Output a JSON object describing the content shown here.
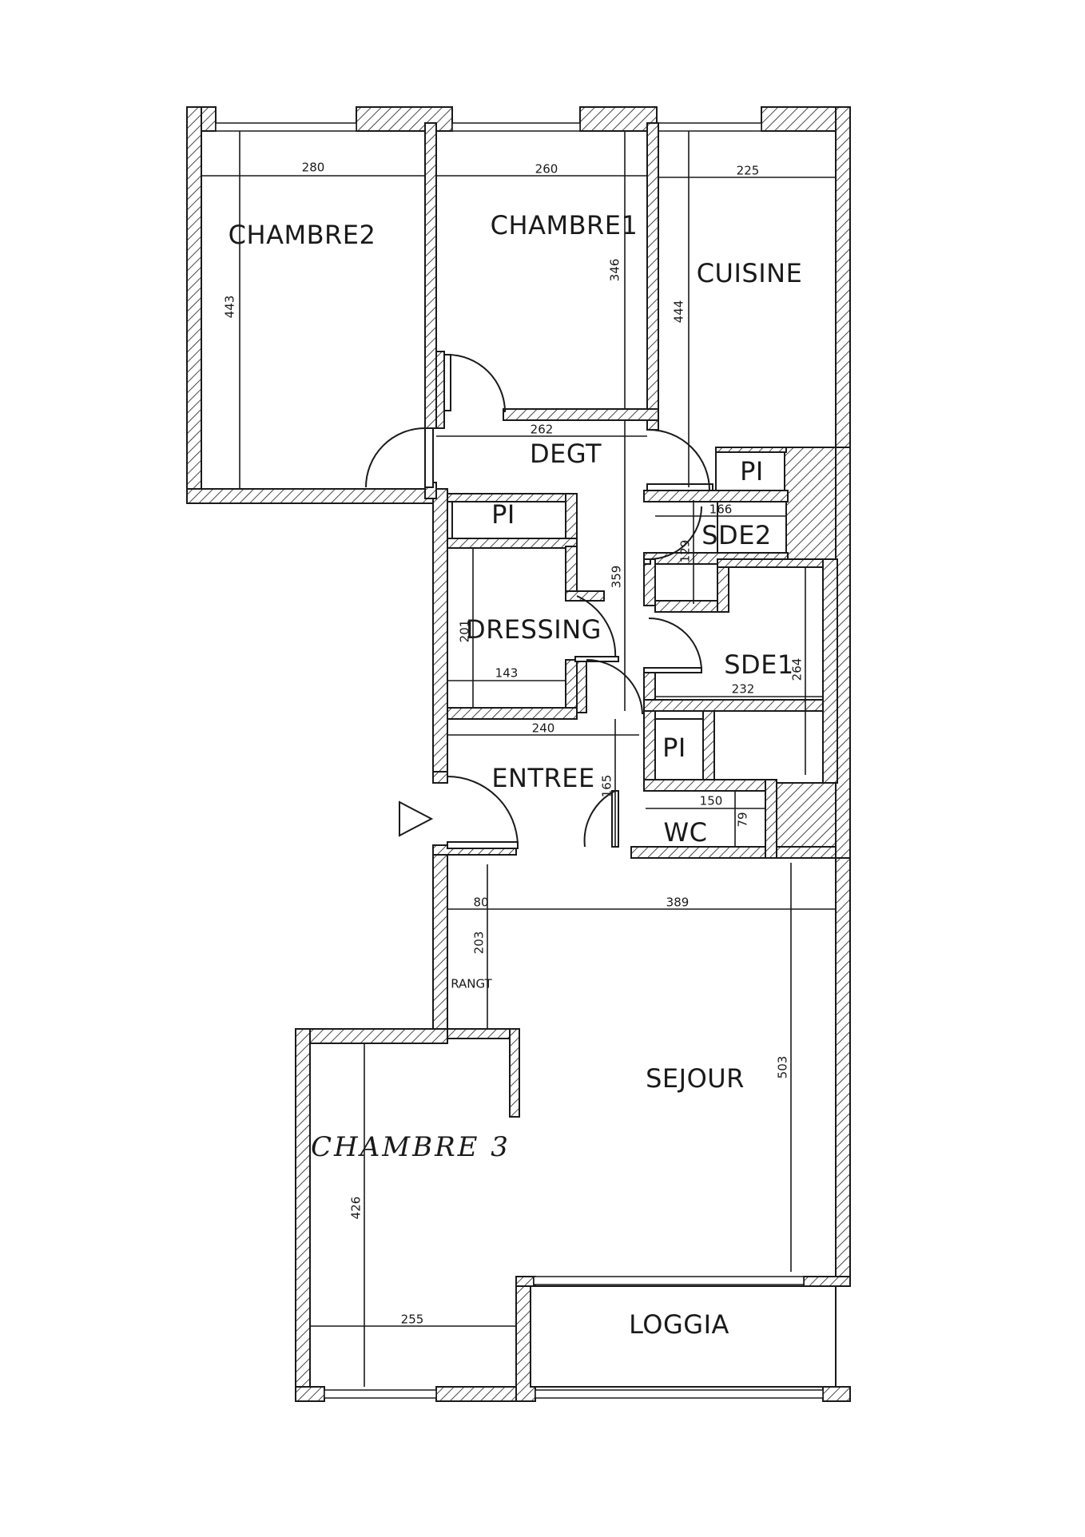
{
  "rooms": {
    "chambre2": "CHAMBRE2",
    "chambre1": "CHAMBRE1",
    "cuisine": "CUISINE",
    "degt": "DEGT",
    "pi1": "PI",
    "pi2": "PI",
    "pi3": "PI",
    "sde2": "SDE2",
    "dressing": "DRESSING",
    "sde1": "SDE1",
    "entree": "ENTREE",
    "wc": "WC",
    "rangt": "RANGT",
    "sejour": "SEJOUR",
    "chambre3": "CHAMBRE 3",
    "loggia": "LOGGIA"
  },
  "dimensions": {
    "chambre2_width": "280",
    "chambre2_length": "443",
    "chambre1_width": "260",
    "chambre1_length": "346",
    "cuisine_width": "225",
    "cuisine_length": "444",
    "degt_width": "262",
    "degt_length": "359",
    "sde2_width": "166",
    "sde2_length": "129",
    "dressing_width": "143",
    "dressing_length": "201",
    "sde1_width": "232",
    "sde1_length": "264",
    "entree_width": "240",
    "entree_length": "165",
    "wc_width": "150",
    "wc_length": "79",
    "rangt_width": "80",
    "rangt_length": "203",
    "sejour_width": "389",
    "sejour_length": "503",
    "chambre3_width": "255",
    "chambre3_length": "426"
  }
}
